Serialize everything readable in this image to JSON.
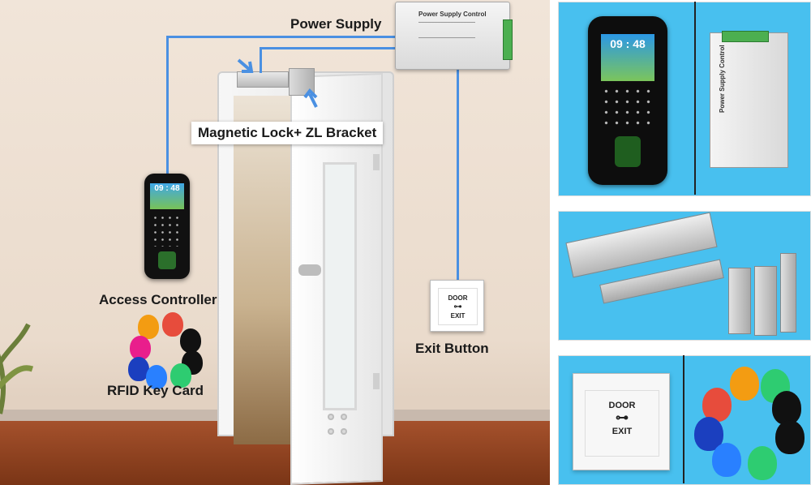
{
  "main_scene": {
    "labels": {
      "power_supply": "Power Supply",
      "magnetic_lock": "Magnetic Lock+ ZL Bracket",
      "access_controller": "Access Controller",
      "rfid_key_card": "RFID Key Card",
      "exit_button": "Exit Button"
    },
    "psu_label": "Power Supply Control",
    "controller_time": "09 : 48",
    "exit_button_text": [
      "DOOR",
      "EXIT"
    ]
  },
  "side_panels": {
    "controller_time": "09 : 48",
    "psu_label": "Power Supply Control",
    "exit_button_text": [
      "DOOR",
      "EXIT"
    ]
  },
  "colors": {
    "wire": "#4a90e2",
    "panel_blue": "#48c0ef",
    "fobs": [
      "#f39c12",
      "#e74c3c",
      "#2ecc71",
      "#111111",
      "#2ecc71",
      "#1b3fbf",
      "#2980ff",
      "#e91e8c"
    ]
  }
}
